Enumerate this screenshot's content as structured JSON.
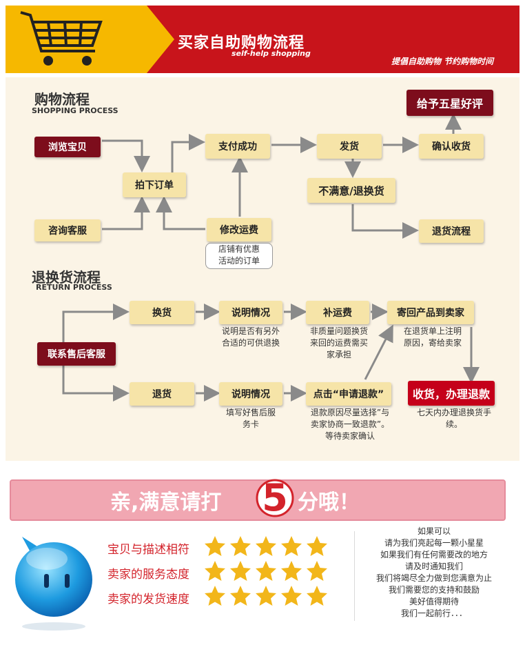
{
  "header": {
    "title": "买家自助购物流程",
    "subtitle": "self-help shopping",
    "slogan": "提倡自助购物  节约购物时间",
    "cart_icon": "shopping-cart-icon"
  },
  "shopping": {
    "title": "购物流程",
    "subtitle": "SHOPPING PROCESS",
    "browse": "浏览宝贝",
    "consult": "咨询客服",
    "order": "拍下订单",
    "pay": "支付成功",
    "ship": "发货",
    "confirm": "确认收货",
    "review": "给予五星好评",
    "unsatisfied": "不满意/退换货",
    "return_flow": "退货流程",
    "modify": "修改运费",
    "modify_note_1": "店铺有优惠",
    "modify_note_2": "活动的订单"
  },
  "returns": {
    "title": "退换货流程",
    "subtitle": "RETURN PROCESS",
    "contact": "联系售后客服",
    "exchange": "换货",
    "refund": "退货",
    "explain1": "说明情况",
    "explain1_note_1": "说明是否有另外",
    "explain1_note_2": "合适的可供退换",
    "explain2": "说明情况",
    "explain2_note_1": "填写好售后服",
    "explain2_note_2": "务卡",
    "shipping_fee": "补运费",
    "shipping_fee_note_1": "非质量问题换货",
    "shipping_fee_note_2": "来回的运费需买",
    "shipping_fee_note_3": "家承担",
    "apply": "点击“申请退款”",
    "apply_note_1": "退款原因尽量选择”与",
    "apply_note_2": "卖家协商一致退款”。",
    "apply_note_3": "等待卖家确认",
    "send_back": "寄回产品到卖家",
    "send_back_note_1": "在退货单上注明",
    "send_back_note_2": "原因，寄给卖家",
    "received": "收货，办理退款",
    "received_note_1": "七天内办理退换货手",
    "received_note_2": "续。"
  },
  "banner": {
    "text_left": "亲,满意请打",
    "number": "5",
    "text_right": "分哦！"
  },
  "ratings": {
    "items": [
      {
        "label": "宝贝与描述相符",
        "stars": 5
      },
      {
        "label": "卖家的服务态度",
        "stars": 5
      },
      {
        "label": "卖家的发货速度",
        "stars": 5
      }
    ],
    "mascot_icon": "blue-bubble-mascot-icon",
    "star_icon": "star-icon"
  },
  "message": {
    "lines": [
      "如果可以",
      "请为我们亮起每一颗小星星",
      "如果我们有任何需要改的地方",
      "请及时通知我们",
      "我们将竭尽全力做到您满意为止",
      "我们需要您的支持和鼓励",
      "美好值得期待",
      "我们一起前行．．．"
    ]
  },
  "colors": {
    "header_red": "#c8141b",
    "header_yellow": "#f6b800",
    "box_yellow": "#f6e4a8",
    "box_dark_red": "#7d0d1c",
    "box_red": "#c5001a",
    "banner_pink": "#f1a7b2",
    "star_gold": "#f2b61a"
  }
}
